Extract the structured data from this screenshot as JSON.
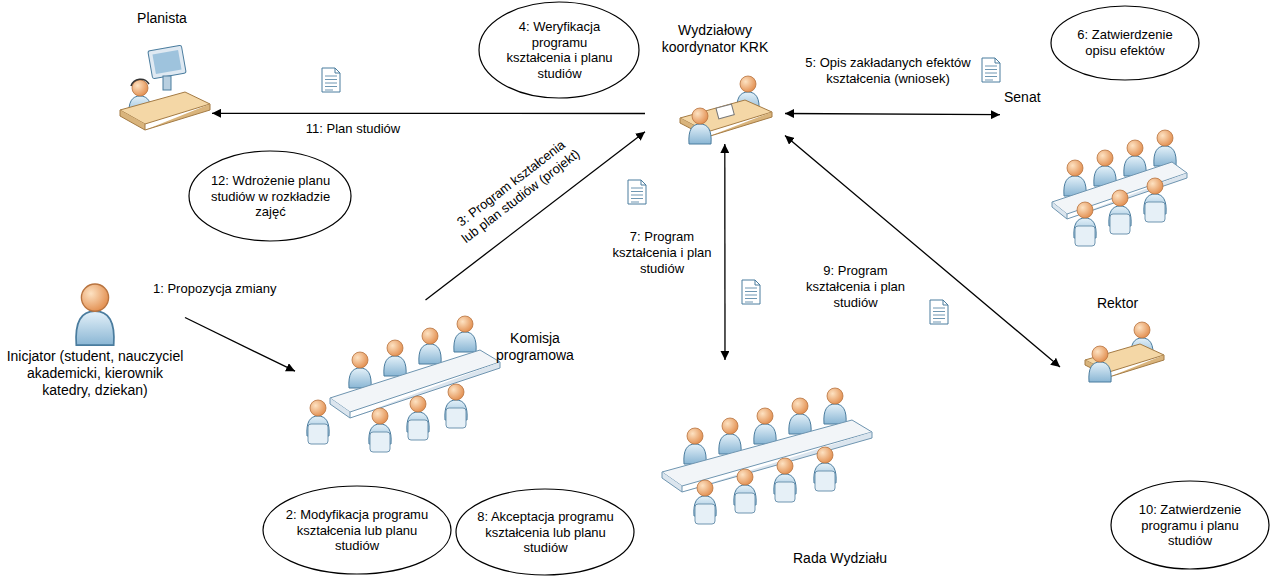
{
  "diagram": {
    "nodes": [
      {
        "text": [
          "Planista"
        ]
      },
      {
        "text": [
          "4: Weryfikacja programu kształcenia i planu studiów"
        ]
      },
      {
        "text": [
          "Wydziałowy koordynator KRK"
        ]
      },
      {
        "text": [
          "6: Zatwierdzenie opisu efektów"
        ]
      },
      {
        "text": [
          "Senat"
        ]
      },
      {
        "text": [
          "12: Wdrożenie planu studiów w rozkładzie zajęć"
        ]
      },
      {
        "text": [
          "Inicjator (student, nauczyciel akademicki, kierownik katedry, dziekan)"
        ]
      },
      {
        "text": [
          "Komisja programowa"
        ]
      },
      {
        "text": [
          "Rada Wydziału"
        ]
      },
      {
        "text": [
          "Rektor"
        ]
      },
      {
        "text": [
          "2: Modyfikacja programu kształcenia lub planu studiów"
        ]
      },
      {
        "text": [
          "8: Akceptacja programu kształcenia lub planu studiów"
        ]
      },
      {
        "text": [
          "10: Zatwierdzenie programu i planu studiów"
        ]
      }
    ],
    "edges": [
      {
        "from": 6,
        "to": 7,
        "label": "1: Propozycja zmiany",
        "arrow": "to"
      },
      {
        "from": 7,
        "to": 2,
        "label": "3: Program kształcenia lub plan studiów (projekt)",
        "arrow": "to"
      },
      {
        "from": 2,
        "to": 0,
        "label": "11: Plan studiów",
        "arrow": "to"
      },
      {
        "from": 2,
        "to": 4,
        "label": "5: Opis zakładanych efektów kształcenia (wniosek)",
        "arrow": "both"
      },
      {
        "from": 2,
        "to": 8,
        "label": "7: Program kształcenia i plan studiów",
        "arrow": "both"
      },
      {
        "from": 2,
        "to": 9,
        "label": "9: Program kształcenia i plan studiów",
        "arrow": "both"
      }
    ]
  }
}
